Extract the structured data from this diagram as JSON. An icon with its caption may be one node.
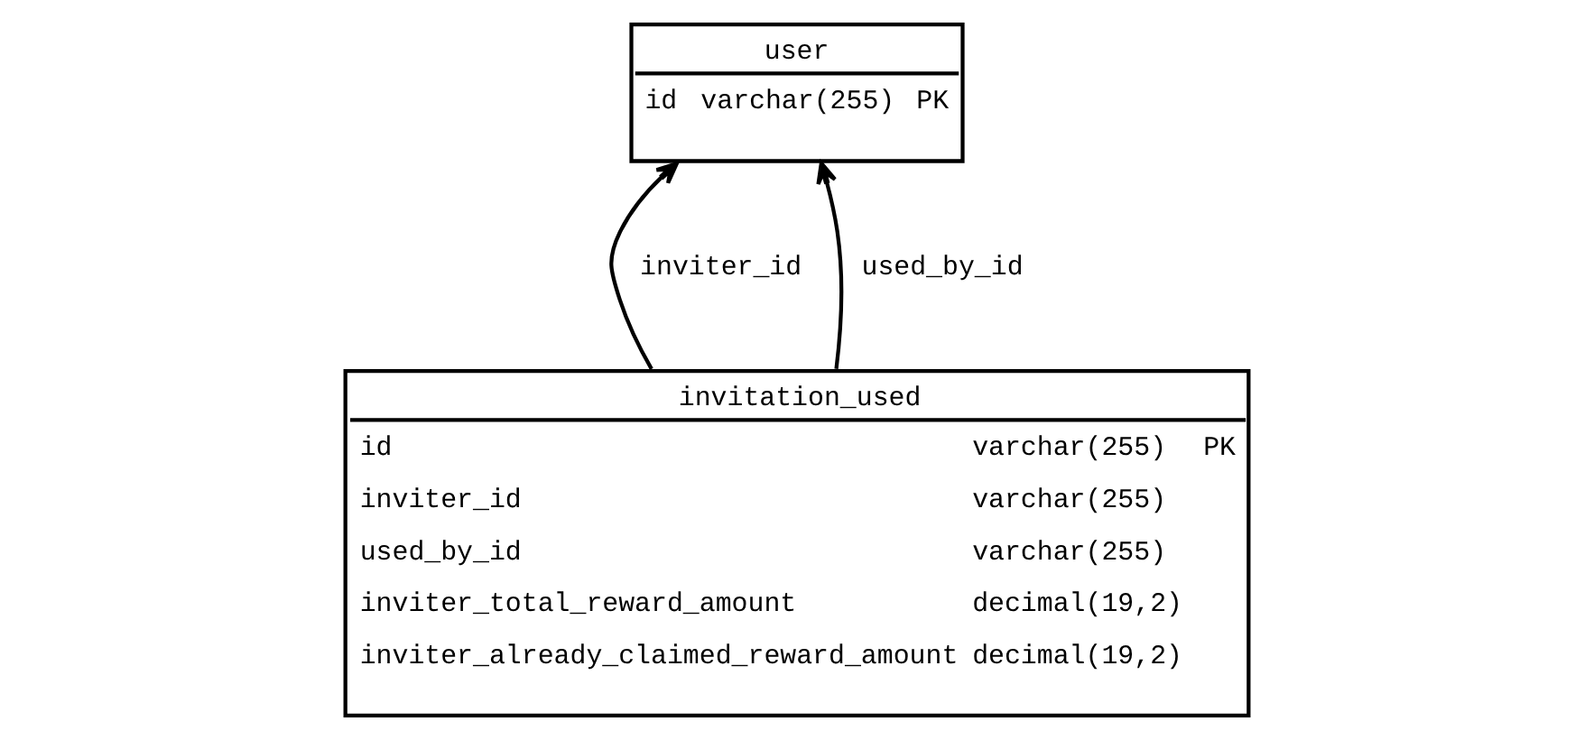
{
  "diagram": {
    "nodes": [
      {
        "text": [
          "user",
          "id",
          "varchar(255)",
          "PK"
        ]
      },
      {
        "text": [
          "invitation_used",
          "id",
          "varchar(255)",
          "PK",
          "inviter_id",
          "varchar(255)",
          "used_by_id",
          "varchar(255)",
          "inviter_total_reward_amount",
          "decimal(19,2)",
          "inviter_already_claimed_reward_amount",
          "decimal(19,2)"
        ]
      }
    ],
    "edges": [
      {
        "from": 1,
        "to": 0,
        "arrow": "to",
        "label": "inviter_id"
      },
      {
        "from": 1,
        "to": 0,
        "arrow": "to",
        "label": "used_by_id"
      }
    ]
  }
}
